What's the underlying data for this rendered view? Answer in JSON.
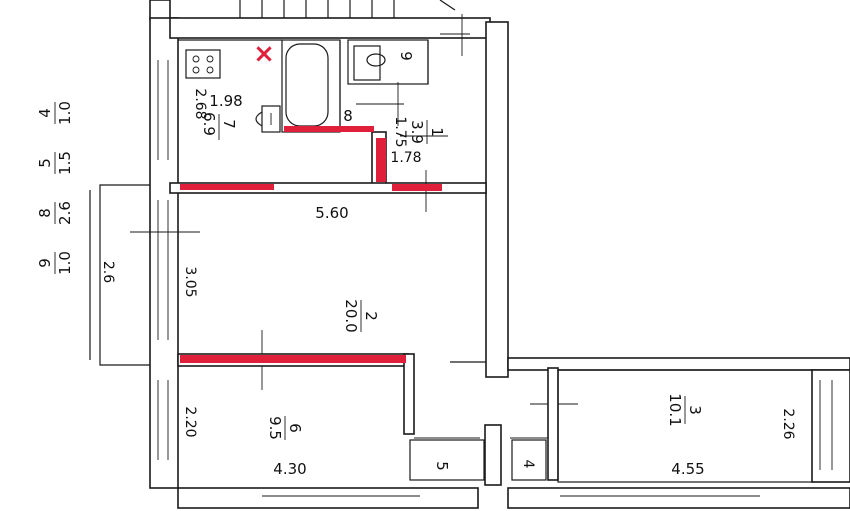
{
  "colors": {
    "wall": "#1a1a1a",
    "demolished_wall": "#e0203a",
    "marker": "#e0203a",
    "background": "#ffffff"
  },
  "legend": {
    "rows": [
      {
        "room": "4",
        "area": "1.0"
      },
      {
        "room": "5",
        "area": "1.5"
      },
      {
        "room": "8",
        "area": "2.6"
      },
      {
        "room": "9",
        "area": "1.0"
      }
    ]
  },
  "rooms": {
    "kitchen": {
      "number": "7",
      "area": "6.9",
      "width": "1.98",
      "length": "2.68"
    },
    "wc": {
      "number": "9"
    },
    "bathroom": {
      "number": "8"
    },
    "corridor": {
      "number": "1",
      "area": "3.9",
      "width": "1.75",
      "length": "1.78"
    },
    "living": {
      "number": "2",
      "area": "20.0",
      "width": "5.60",
      "depth": "3.05"
    },
    "loggia": {
      "depth": "2.6"
    },
    "bedroom_left": {
      "number": "6",
      "area": "9.5",
      "width": "4.30",
      "depth": "2.20"
    },
    "closet_5": {
      "number": "5"
    },
    "closet_4": {
      "number": "4"
    },
    "bedroom_right": {
      "number": "3",
      "area": "10.1",
      "width": "4.55",
      "depth": "2.26"
    }
  },
  "markers": {
    "demolition": "×"
  }
}
